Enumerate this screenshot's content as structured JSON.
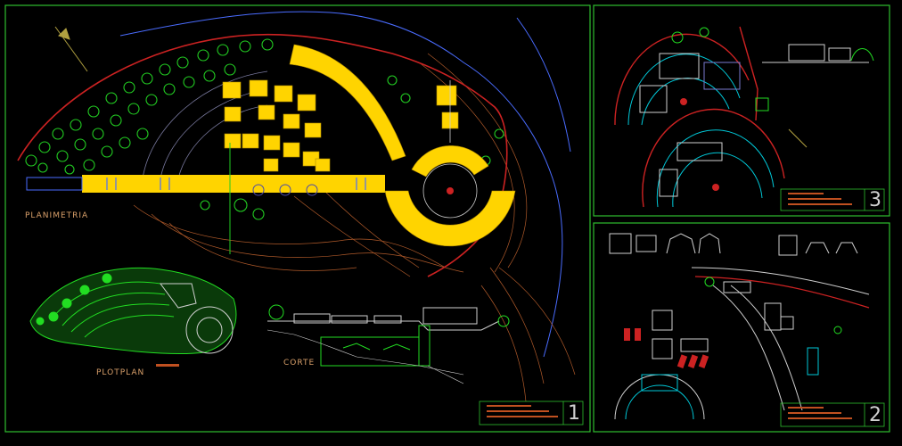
{
  "labels": {
    "planimetria": "PLANIMETRIA",
    "plotplan": "PLOTPLAN",
    "corte": "CORTE"
  },
  "sheets": {
    "sheet1": "1",
    "sheet2": "2",
    "sheet3": "3"
  },
  "colors": {
    "background": "#000000",
    "frame": "#2fbf2f",
    "building": "#ffd400",
    "vegetation": "#22cc22",
    "contours": "#b05a2a",
    "water": "#4a6cff",
    "boundary": "#cc2222",
    "cyan": "#00c8d8",
    "label": "#d9a06a"
  }
}
